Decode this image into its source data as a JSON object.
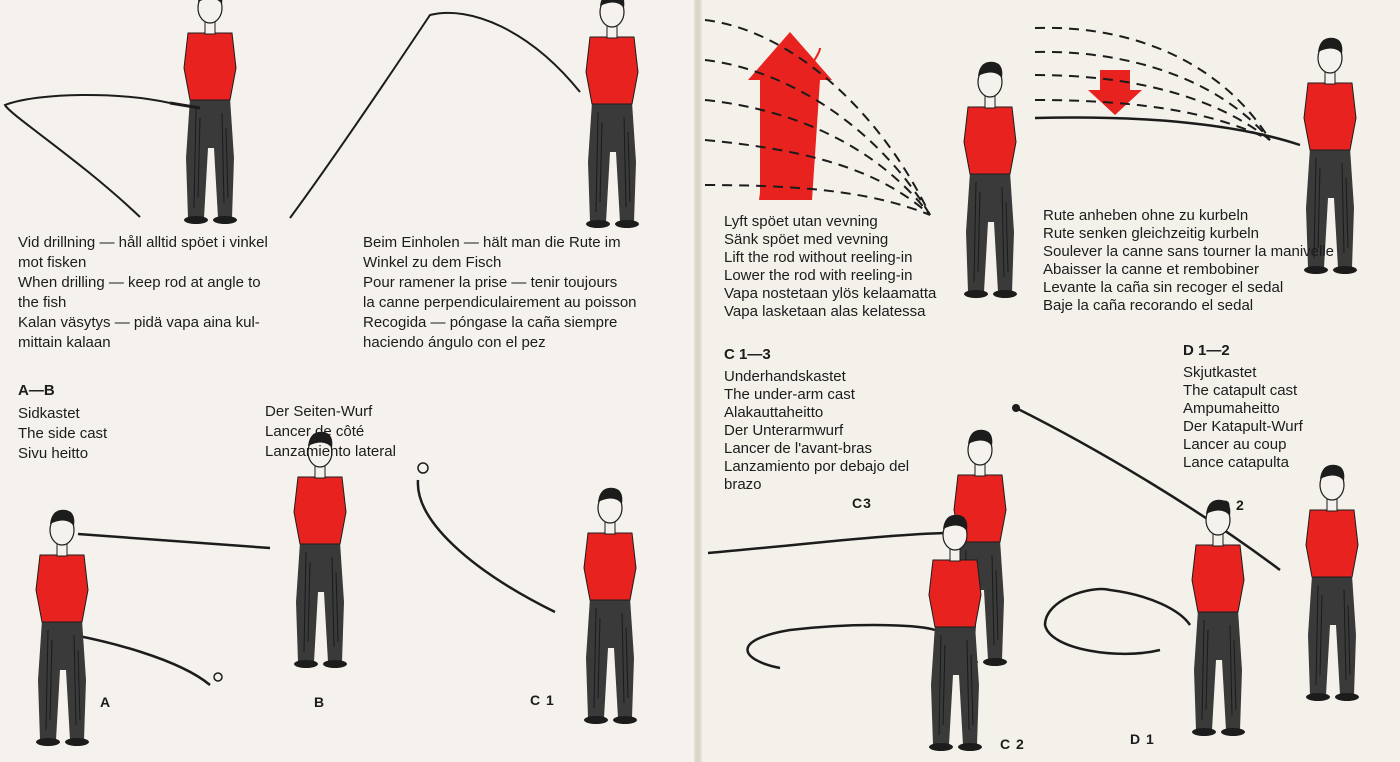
{
  "colors": {
    "shirt": "#e8231f",
    "arrow": "#e8231f",
    "ink": "#1c1c1c",
    "paper": "#f5f2ed"
  },
  "left_page": {
    "caption_drilling": [
      "Vid drillning — håll alltid spöet i vinkel",
      "mot fisken",
      "When drilling — keep rod at angle to",
      "the fish",
      "Kalan väsytys — pidä vapa aina kul-",
      "mittain kalaan"
    ],
    "caption_einholen": [
      "Beim Einholen — hält man die Rute im",
      "Winkel zu dem Fisch",
      "Pour ramener la prise — tenir toujours",
      "la canne perpendiculairement au poisson",
      "Recogida — póngase la caña siempre",
      "haciendo ángulo con el pez"
    ],
    "side_cast_heading": "A—B",
    "side_cast_a": [
      "Sidkastet",
      "The side cast",
      "Sivu heitto"
    ],
    "side_cast_b": [
      "Der Seiten-Wurf",
      "Lancer de côté",
      "Lanzamiento lateral"
    ],
    "figure_labels": {
      "a": "A",
      "b": "B",
      "c1": "C 1"
    }
  },
  "right_page": {
    "caption_lift": [
      "Lyft spöet utan vevning",
      "Sänk spöet med vevning",
      "Lift the rod without reeling-in",
      "Lower the rod with reeling-in",
      "Vapa nostetaan ylös kelaamatta",
      "Vapa lasketaan alas kelatessa"
    ],
    "caption_rute": [
      "Rute anheben ohne zu kurbeln",
      "Rute senken gleichzeitig kurbeln",
      "Soulever la canne sans tourner la manivelle",
      "Abaisser la canne et rembobiner",
      "Levante la caña sin recoger el sedal",
      "Baje la caña recorando el sedal"
    ],
    "c_heading": "C 1—3",
    "c_caption": [
      "Underhandskastet",
      "The under-arm cast",
      "Alakauttaheitto",
      "Der Unterarmwurf",
      "Lancer de l'avant-bras",
      "Lanzamiento por debajo del",
      "brazo"
    ],
    "d_heading": "D 1—2",
    "d_caption": [
      "Skjutkastet",
      "The catapult cast",
      "Ampumaheitto",
      "Der Katapult-Wurf",
      "Lancer au coup",
      "Lance catapulta"
    ],
    "figure_labels": {
      "c3": "C3",
      "c2": "C 2",
      "d2": "D 2",
      "d1": "D 1"
    }
  }
}
